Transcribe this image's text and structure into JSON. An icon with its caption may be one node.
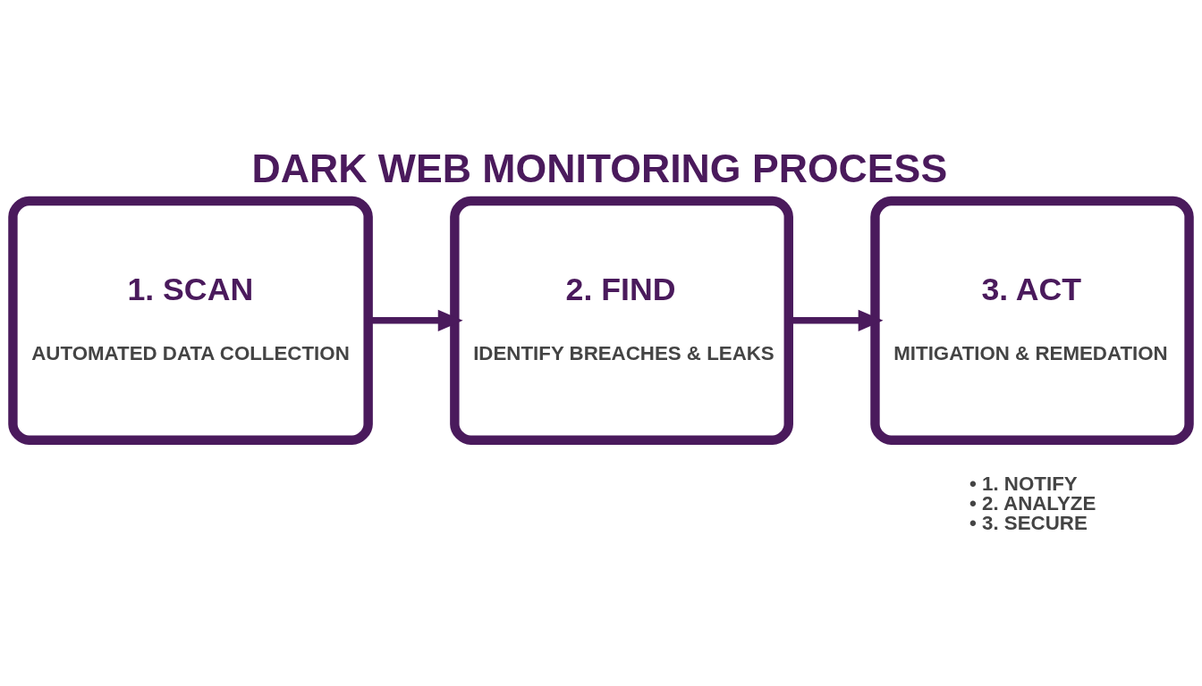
{
  "diagram": {
    "title": "DARK WEB MONITORING PROCESS",
    "nodes": [
      {
        "text": [
          "1. SCAN",
          "AUTOMATED DATA COLLECTION"
        ]
      },
      {
        "text": [
          "2. FIND",
          "IDENTIFY BREACHES & LEAKS"
        ]
      },
      {
        "text": [
          "3. ACT",
          "MITIGATION & REMEDATION"
        ],
        "beside": [
          "• 1. NOTIFY",
          "• 2. ANALYZE",
          "• 3. SECURE"
        ]
      }
    ],
    "edges": [
      {
        "from": 0,
        "to": 1,
        "arrow": "to"
      },
      {
        "from": 1,
        "to": 2,
        "arrow": "to"
      }
    ]
  }
}
